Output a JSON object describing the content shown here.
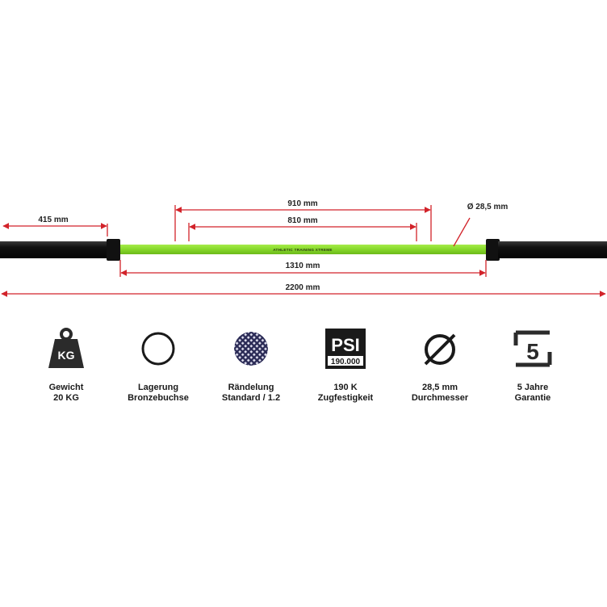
{
  "colors": {
    "bar_dark": "#1b1b1b",
    "sleeve_green": "#86d82a",
    "dimension_red": "#d2232a"
  },
  "barbell": {
    "brand_text": "ATHLETIC TRAINING XTREME"
  },
  "dimensions": {
    "sleeve_length": "415 mm",
    "knurl_outer": "910 mm",
    "knurl_inner": "810 mm",
    "diameter": "Ø 28,5 mm",
    "shaft_length": "1310 mm",
    "total_length": "2200 mm"
  },
  "features": [
    {
      "icon": "weight-icon",
      "icon_text": "KG",
      "line1": "Gewicht",
      "line2": "20 KG"
    },
    {
      "icon": "bearing-ring-icon",
      "line1": "Lagerung",
      "line2": "Bronzebuchse"
    },
    {
      "icon": "knurling-icon",
      "line1": "Rändelung",
      "line2": "Standard / 1.2"
    },
    {
      "icon": "psi-icon",
      "icon_text": "PSI",
      "icon_subtext": "190.000",
      "line1": "190 K",
      "line2": "Zugfestigkeit"
    },
    {
      "icon": "diameter-icon",
      "line1": "28,5 mm",
      "line2": "Durchmesser"
    },
    {
      "icon": "warranty-icon",
      "icon_text": "5",
      "line1": "5 Jahre",
      "line2": "Garantie"
    }
  ]
}
